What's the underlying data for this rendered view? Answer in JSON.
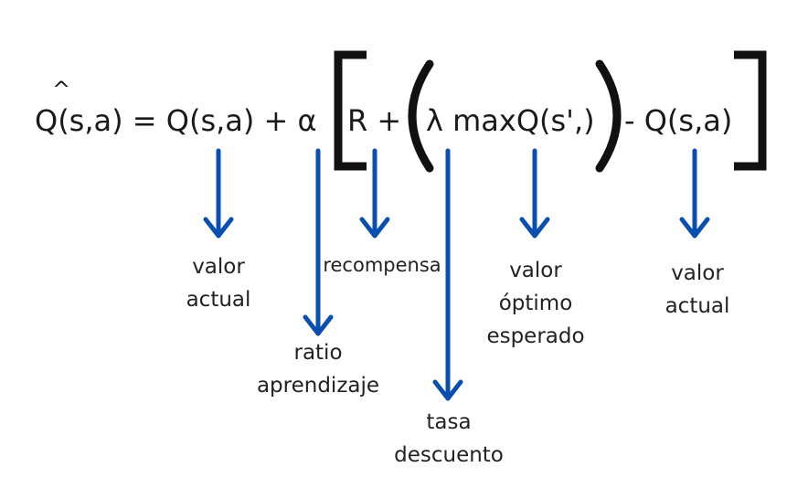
{
  "equation": {
    "hat": "^",
    "q_hat": "Q(s,a) = Q(s,a)  + α",
    "reward": "R +",
    "max_term": "λ maxQ(s',)",
    "minus_q": "- Q(s,a)"
  },
  "labels": {
    "current_value_1": [
      "valor",
      "actual"
    ],
    "reward": [
      "recompensa"
    ],
    "learning_rate": [
      "ratio",
      "aprendizaje"
    ],
    "discount": [
      "tasa",
      "descuento"
    ],
    "expected_optimal": [
      "valor",
      "óptimo",
      "esperado"
    ],
    "current_value_2": [
      "valor",
      "actual"
    ]
  },
  "colors": {
    "arrow": "#0a4fb0",
    "text": "#1a1a1a",
    "bracket": "#111111"
  }
}
